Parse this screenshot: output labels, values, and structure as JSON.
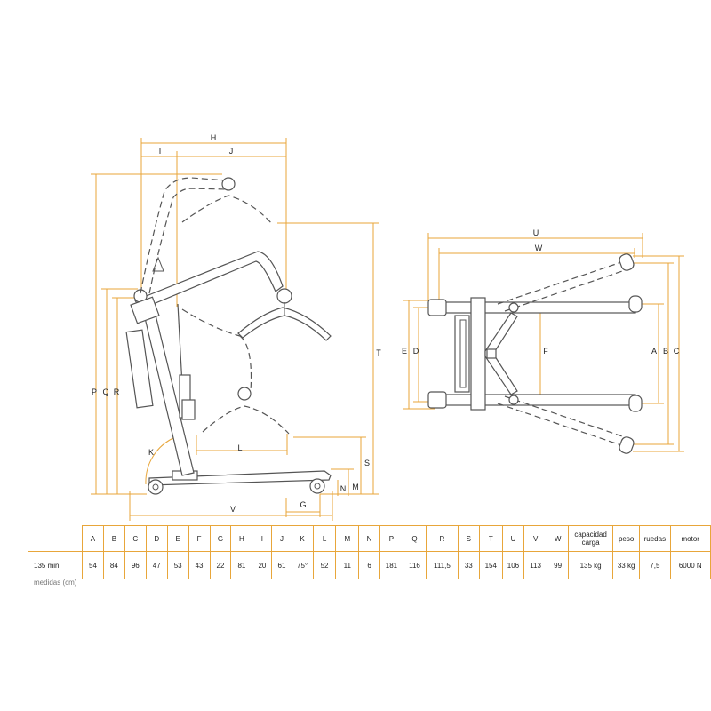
{
  "dimension_labels": {
    "H": "H",
    "I": "I",
    "J": "J",
    "P": "P",
    "Q": "Q",
    "R": "R",
    "K": "K",
    "L": "L",
    "T": "T",
    "S": "S",
    "N": "N",
    "M": "M",
    "G": "G",
    "V": "V",
    "U": "U",
    "W": "W",
    "A": "A",
    "B": "B",
    "C": "C",
    "D": "D",
    "E": "E",
    "F": "F"
  },
  "spec_table": {
    "headers": [
      "A",
      "B",
      "C",
      "D",
      "E",
      "F",
      "G",
      "H",
      "I",
      "J",
      "K",
      "L",
      "M",
      "N",
      "P",
      "Q",
      "R",
      "S",
      "T",
      "U",
      "V",
      "W",
      "capacidad carga",
      "peso",
      "ruedas",
      "motor"
    ],
    "row_label": "135 mini",
    "values": [
      "54",
      "84",
      "96",
      "47",
      "53",
      "43",
      "22",
      "81",
      "20",
      "61",
      "75°",
      "52",
      "11",
      "6",
      "181",
      "116",
      "111,5",
      "33",
      "154",
      "106",
      "113",
      "99",
      "135 kg",
      "33 kg",
      "7,5",
      "6000 N"
    ],
    "units_note": "medidas (cm)"
  },
  "colors": {
    "accent": "#e8a63a",
    "line": "#555555"
  }
}
